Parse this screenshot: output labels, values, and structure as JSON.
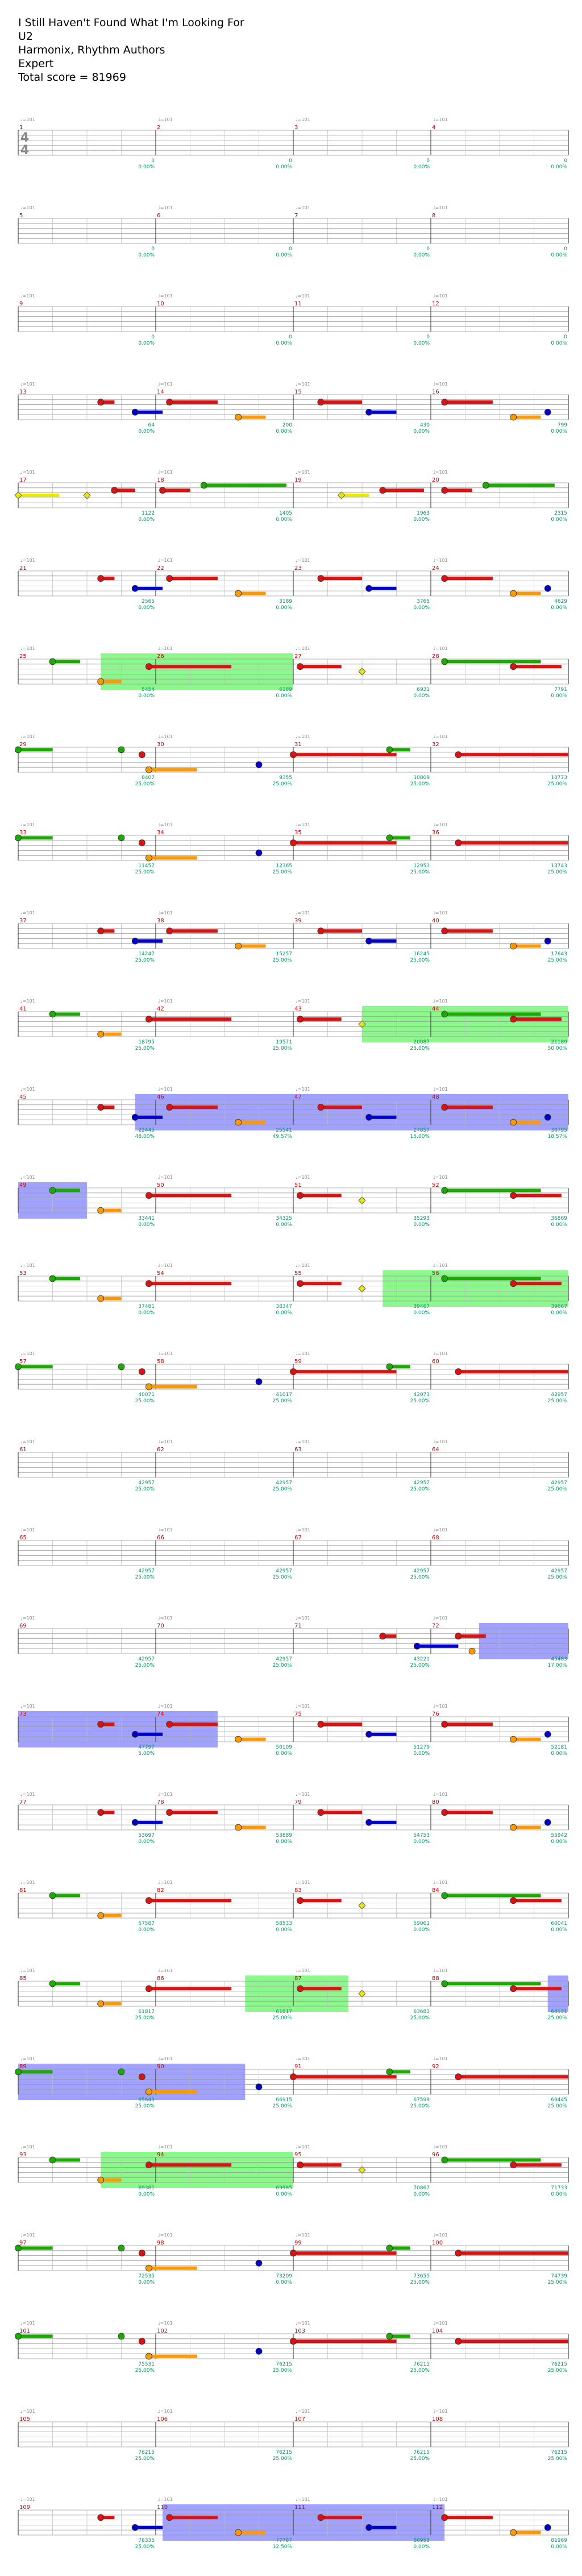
{
  "header": {
    "song_title": "I Still Haven't Found What I'm Looking For",
    "artist": "U2",
    "authors": "Harmonix, Rhythm Authors",
    "difficulty": "Expert",
    "total_score": "Total score = 81969"
  },
  "time_signature": {
    "numerator": "4",
    "denominator": "4"
  },
  "colors": {
    "green": "#1aaa00",
    "red": "#dd1111",
    "yellow": "#e8e800",
    "blue": "#0000cc",
    "orange": "#ff9900",
    "measure_number": "#cc0000",
    "score_text": "#009966",
    "tempo_text": "#888888",
    "overdrive_fill": "#00ee00",
    "solo_fill": "#4444ff"
  },
  "chart_data": {
    "type": "note-chart",
    "instrument": "Drums",
    "measures_per_row": 4,
    "default_tempo_label": "♩=101",
    "rows": [
      {
        "measures": [
          1,
          2,
          3,
          4
        ],
        "scores": [
          0,
          0,
          0,
          0
        ],
        "percents": [
          "0.00%",
          "0.00%",
          "0.00%",
          "0.00%"
        ]
      },
      {
        "measures": [
          5,
          6,
          7,
          8
        ],
        "scores": [
          0,
          0,
          0,
          0
        ],
        "percents": [
          "0.00%",
          "0.00%",
          "0.00%",
          "0.00%"
        ]
      },
      {
        "measures": [
          9,
          10,
          11,
          12
        ],
        "scores": [
          0,
          0,
          0,
          0
        ],
        "percents": [
          "0.00%",
          "0.00%",
          "0.00%",
          "0.00%"
        ]
      },
      {
        "measures": [
          13,
          14,
          15,
          16
        ],
        "scores": [
          64,
          200,
          430,
          799
        ],
        "percents": [
          "0.00%",
          "0.00%",
          "0.00%",
          "0.00%"
        ]
      },
      {
        "measures": [
          17,
          18,
          19,
          20
        ],
        "scores": [
          1122,
          1405,
          1963,
          2315
        ],
        "percents": [
          "0.00%",
          "0.00%",
          "0.00%",
          "0.00%"
        ]
      },
      {
        "measures": [
          21,
          22,
          23,
          24
        ],
        "scores": [
          2565,
          3189,
          3765,
          4629
        ],
        "percents": [
          "0.00%",
          "0.00%",
          "0.00%",
          "0.00%"
        ]
      },
      {
        "measures": [
          25,
          26,
          27,
          28
        ],
        "scores": [
          5454,
          6189,
          6931,
          7791
        ],
        "percents": [
          "0.00%",
          "0.00%",
          "0.00%",
          "0.00%"
        ]
      },
      {
        "measures": [
          29,
          30,
          31,
          32
        ],
        "scores": [
          8407,
          9355,
          10809,
          10773
        ],
        "percents": [
          "25.00%",
          "25.00%",
          "25.00%",
          "25.00%"
        ]
      },
      {
        "measures": [
          33,
          34,
          35,
          36
        ],
        "scores": [
          11457,
          12365,
          12953,
          13743
        ],
        "percents": [
          "25.00%",
          "25.00%",
          "25.00%",
          "25.00%"
        ]
      },
      {
        "measures": [
          37,
          38,
          39,
          40
        ],
        "scores": [
          14247,
          15257,
          16245,
          17643
        ],
        "percents": [
          "25.00%",
          "25.00%",
          "25.00%",
          "25.00%"
        ]
      },
      {
        "measures": [
          41,
          42,
          43,
          44
        ],
        "scores": [
          18795,
          19571,
          20087,
          21189
        ],
        "percents": [
          "25.00%",
          "25.00%",
          "25.00%",
          "50.00%"
        ]
      },
      {
        "measures": [
          45,
          46,
          47,
          48
        ],
        "scores": [
          22445,
          25541,
          27857,
          30795
        ],
        "percents": [
          "48.00%",
          "49.57%",
          "15.00%",
          "18.57%"
        ]
      },
      {
        "measures": [
          49,
          50,
          51,
          52
        ],
        "scores": [
          33441,
          34325,
          35293,
          36869
        ],
        "percents": [
          "0.00%",
          "0.00%",
          "0.00%",
          "0.00%"
        ]
      },
      {
        "measures": [
          53,
          54,
          55,
          56
        ],
        "scores": [
          37481,
          38347,
          39467,
          39667
        ],
        "percents": [
          "0.00%",
          "0.00%",
          "0.00%",
          "0.00%"
        ]
      },
      {
        "measures": [
          57,
          58,
          59,
          60
        ],
        "scores": [
          40071,
          41017,
          42073,
          42957
        ],
        "percents": [
          "25.00%",
          "25.00%",
          "25.00%",
          "25.00%"
        ]
      },
      {
        "measures": [
          61,
          62,
          63,
          64
        ],
        "scores": [
          42957,
          42957,
          42957,
          42957
        ],
        "percents": [
          "25.00%",
          "25.00%",
          "25.00%",
          "25.00%"
        ]
      },
      {
        "measures": [
          65,
          66,
          67,
          68
        ],
        "scores": [
          42957,
          42957,
          42957,
          42957
        ],
        "percents": [
          "25.00%",
          "25.00%",
          "25.00%",
          "25.00%"
        ]
      },
      {
        "measures": [
          69,
          70,
          71,
          72
        ],
        "scores": [
          42957,
          42957,
          43221,
          45483
        ],
        "percents": [
          "25.00%",
          "25.00%",
          "25.00%",
          "17.00%"
        ]
      },
      {
        "measures": [
          73,
          74,
          75,
          76
        ],
        "scores": [
          47797,
          50109,
          51279,
          52181
        ],
        "percents": [
          "5.00%",
          "0.00%",
          "0.00%",
          "0.00%"
        ]
      },
      {
        "measures": [
          77,
          78,
          79,
          80
        ],
        "scores": [
          53697,
          53889,
          54753,
          55942
        ],
        "percents": [
          "0.00%",
          "0.00%",
          "0.00%",
          "0.00%"
        ]
      },
      {
        "measures": [
          81,
          82,
          83,
          84
        ],
        "scores": [
          57587,
          58533,
          59061,
          60041
        ],
        "percents": [
          "0.00%",
          "0.00%",
          "0.00%",
          "0.00%"
        ]
      },
      {
        "measures": [
          85,
          86,
          87,
          88
        ],
        "scores": [
          61817,
          61817,
          63681,
          64131
        ],
        "percents": [
          "25.00%",
          "25.00%",
          "25.00%",
          "25.00%"
        ]
      },
      {
        "measures": [
          89,
          90,
          91,
          92
        ],
        "scores": [
          65643,
          66915,
          67599,
          69445
        ],
        "percents": [
          "25.00%",
          "25.00%",
          "25.00%",
          "25.00%"
        ]
      },
      {
        "measures": [
          93,
          94,
          95,
          96
        ],
        "scores": [
          69381,
          69985,
          70867,
          71733
        ],
        "percents": [
          "0.00%",
          "0.00%",
          "0.00%",
          "0.00%"
        ]
      },
      {
        "measures": [
          97,
          98,
          99,
          100
        ],
        "scores": [
          72535,
          73209,
          73655,
          74739
        ],
        "percents": [
          "0.00%",
          "0.00%",
          "25.00%",
          "25.00%"
        ]
      },
      {
        "measures": [
          101,
          102,
          103,
          104
        ],
        "scores": [
          75531,
          76215,
          76215,
          76215
        ],
        "percents": [
          "25.00%",
          "25.00%",
          "25.00%",
          "25.00%"
        ]
      },
      {
        "measures": [
          105,
          106,
          107,
          108
        ],
        "scores": [
          76215,
          76215,
          76215,
          76215
        ],
        "percents": [
          "25.00%",
          "25.00%",
          "25.00%",
          "25.00%"
        ]
      },
      {
        "measures": [
          109,
          110,
          111,
          112
        ],
        "scores": [
          78335,
          77787,
          80953,
          81969
        ],
        "percents": [
          "25.00%",
          "12.50%",
          "0.00%",
          "0.00%"
        ]
      }
    ],
    "overdrive_regions": [
      {
        "row": 6,
        "start": 0.6,
        "end": 2.0
      },
      {
        "row": 10,
        "start": 2.5,
        "end": 4.0
      },
      {
        "row": 13,
        "start": 2.65,
        "end": 4.0
      },
      {
        "row": 21,
        "start": 1.65,
        "end": 2.4
      },
      {
        "row": 23,
        "start": 0.6,
        "end": 2.0
      }
    ],
    "solo_regions": [
      {
        "row": 11,
        "start": 0.85,
        "end": 4.0
      },
      {
        "row": 12,
        "start": 0.0,
        "end": 0.5
      },
      {
        "row": 17,
        "start": 3.35,
        "end": 4.0
      },
      {
        "row": 18,
        "start": 0.0,
        "end": 1.45
      },
      {
        "row": 21,
        "start": 3.85,
        "end": 4.0
      },
      {
        "row": 22,
        "start": 0.0,
        "end": 1.65
      },
      {
        "row": 27,
        "start": 1.05,
        "end": 3.1
      }
    ],
    "note_patterns": {
      "A": [
        {
          "c": "red",
          "b": 0.6,
          "l": 0.1
        },
        {
          "c": "red",
          "b": 1.1,
          "l": 0.35
        },
        {
          "c": "blue",
          "b": 0.85,
          "l": 0.2
        },
        {
          "c": "orange",
          "b": 1.6,
          "l": 0.2
        },
        {
          "c": "red",
          "b": 2.2,
          "l": 0.3
        },
        {
          "c": "blue",
          "b": 2.55,
          "l": 0.2
        },
        {
          "c": "red",
          "b": 3.1,
          "l": 0.35
        },
        {
          "c": "blue",
          "b": 3.85,
          "l": 0
        },
        {
          "c": "orange",
          "b": 3.6,
          "l": 0.2
        }
      ],
      "B": [
        {
          "c": "yellow",
          "b": 0.0,
          "l": 0.3
        },
        {
          "c": "yellow",
          "b": 0.5,
          "l": 0
        },
        {
          "c": "red",
          "b": 0.7,
          "l": 0.15
        },
        {
          "c": "green",
          "b": 1.35,
          "l": 0.6
        },
        {
          "c": "red",
          "b": 1.05,
          "l": 0.2
        },
        {
          "c": "yellow",
          "b": 2.35,
          "l": 0.2
        },
        {
          "c": "red",
          "b": 2.65,
          "l": 0.3
        },
        {
          "c": "green",
          "b": 3.4,
          "l": 0.5
        },
        {
          "c": "red",
          "b": 3.1,
          "l": 0.2
        }
      ],
      "C": [
        {
          "c": "green",
          "b": 0.25,
          "l": 0.2
        },
        {
          "c": "red",
          "b": 0.95,
          "l": 0.6
        },
        {
          "c": "orange",
          "b": 0.6,
          "l": 0.15
        },
        {
          "c": "red",
          "b": 2.05,
          "l": 0.3
        },
        {
          "c": "yellow",
          "b": 2.5,
          "l": 0
        },
        {
          "c": "green",
          "b": 3.1,
          "l": 0.7
        },
        {
          "c": "red",
          "b": 3.6,
          "l": 0.35
        }
      ],
      "D": [
        {
          "c": "green",
          "b": 0.0,
          "l": 0.25
        },
        {
          "c": "green",
          "b": 0.75,
          "l": 0
        },
        {
          "c": "red",
          "b": 0.9,
          "l": 0
        },
        {
          "c": "orange",
          "b": 0.95,
          "l": 0.35
        },
        {
          "c": "blue",
          "b": 1.75,
          "l": 0
        },
        {
          "c": "red",
          "b": 2.0,
          "l": 0.75
        },
        {
          "c": "green",
          "b": 2.7,
          "l": 0.15
        },
        {
          "c": "red",
          "b": 3.2,
          "l": 0.8
        }
      ],
      "E": [],
      "F": [
        {
          "c": "red",
          "b": 2.65,
          "l": 0.1
        },
        {
          "c": "blue",
          "b": 2.9,
          "l": 0.3
        },
        {
          "c": "red",
          "b": 3.2,
          "l": 0.2
        },
        {
          "c": "orange",
          "b": 3.3,
          "l": 0
        }
      ]
    },
    "row_patterns": [
      "E",
      "E",
      "E",
      "A",
      "B",
      "A",
      "C",
      "D",
      "D",
      "A",
      "C",
      "A",
      "C",
      "C",
      "D",
      "E",
      "E",
      "F",
      "A",
      "A",
      "C",
      "C",
      "D",
      "C",
      "D",
      "D",
      "E",
      "A"
    ]
  }
}
